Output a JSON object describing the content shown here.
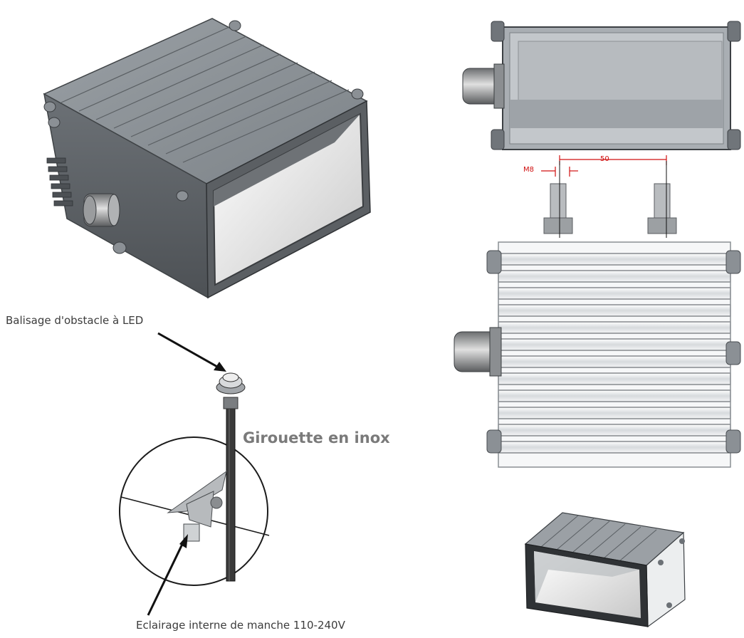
{
  "labels": {
    "led_marker": "Balisage d'obstacle à LED",
    "weather_vane": "Girouette en inox",
    "interior_lighting": "Eclairage interne de manche 110-240V"
  },
  "dimensions": {
    "bolt_thread": "M8",
    "bolt_spacing": "50"
  },
  "colors": {
    "housing_grey": "#8f959b",
    "housing_dark": "#5e6368",
    "dimension_red": "#d01010",
    "label_grey": "#7a7a7a"
  },
  "views": [
    "isometric-housing",
    "top-view",
    "bolt-detail",
    "front-view",
    "small-isometric",
    "windsock-mast"
  ]
}
